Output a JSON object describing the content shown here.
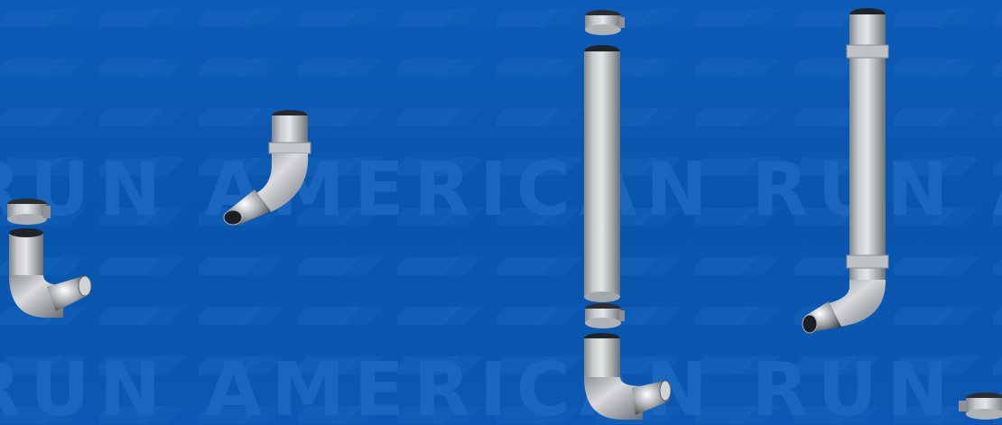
{
  "watermark": {
    "line1": "RUN AMERICAN RUN AMERICAN RUN AM",
    "line2": "RUN AMERICAN RUN AMERICAN RUN AM"
  },
  "colors": {
    "background": "#0a58b3",
    "pattern": "#1563bb",
    "watermark_text": "#1a65bd",
    "chrome": "#b9bcbf"
  },
  "parts": [
    {
      "name": "short-elbow-kit"
    },
    {
      "name": "elbow-with-clamp"
    },
    {
      "name": "long-straight-stack-kit"
    },
    {
      "name": "assembled-stack"
    },
    {
      "name": "corner-clamp"
    }
  ]
}
